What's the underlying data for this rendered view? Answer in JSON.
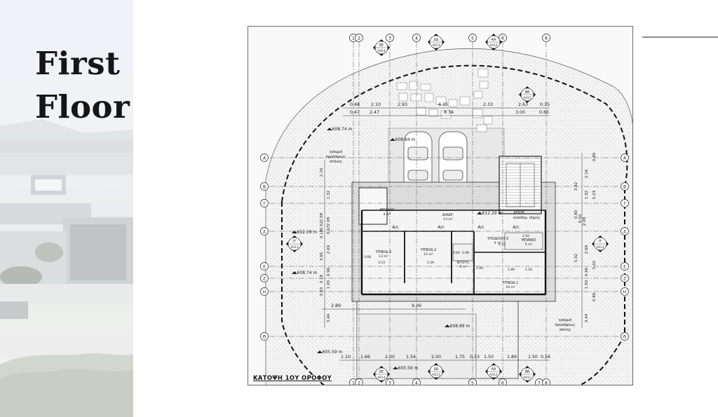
{
  "slide": {
    "title": "First\nFloor"
  },
  "plan": {
    "caption": "ΚΑΤΟΨΗ 1ΟΥ ΟΡΟΦΟΥ",
    "grid_columns_top": [
      "1",
      "2",
      "3",
      "4",
      "5",
      "6",
      "8"
    ],
    "grid_columns_bottom": [
      "1",
      "2",
      "3",
      "4",
      "5",
      "6",
      "7",
      "8"
    ],
    "grid_rows_left": [
      "A",
      "B",
      "Γ",
      "Δ",
      "Ε",
      "Ζ",
      "Η",
      "Θ"
    ],
    "grid_rows_right": [
      "A",
      "B",
      "Γ",
      "Δ",
      "Ε",
      "Ζ",
      "Η",
      "Θ"
    ],
    "section_markers": [
      {
        "code": "ΕΕ",
        "sheet": "A014"
      },
      {
        "code": "ΔΔ",
        "sheet": "A013"
      },
      {
        "code": "AA",
        "sheet": "A012"
      },
      {
        "code": "BB",
        "sheet": "A012"
      },
      {
        "code": "ΓΓ",
        "sheet": "A013"
      },
      {
        "code": "ΓΓ",
        "sheet": "A013"
      },
      {
        "code": "ΕΕ",
        "sheet": "A014"
      },
      {
        "code": "ΔΔ",
        "sheet": "A013"
      },
      {
        "code": "AA",
        "sheet": "A012"
      },
      {
        "code": "BB",
        "sheet": "A012"
      }
    ],
    "dims_top_row1": [
      "0.48",
      "2.10",
      "2.93",
      "4.35",
      "2.33",
      "2.63",
      "0.35"
    ],
    "dims_top_row2": [
      "0.47",
      "2.47",
      "8.34",
      "3.00",
      "0.65"
    ],
    "dims_bottom": [
      "1.10",
      "1.66",
      "2.00",
      "1.54",
      "2.00",
      "1.75",
      "0.53",
      "1.50",
      "1.89",
      "1.50",
      "0.56"
    ],
    "dims_middle": [
      "2.89",
      "9.26"
    ],
    "dims_left_vertical": [
      "2.16",
      "1.32",
      "2.08",
      "2.08",
      "0.52",
      "0.67",
      "0.18",
      "2.69",
      "3.65",
      "0.96",
      "0.18",
      "1.00",
      "0.93",
      "3.44"
    ],
    "dims_right_vertical": [
      "0.80",
      "2.16",
      "3.92",
      "1.32",
      "5.23",
      "0.80",
      "0.50",
      "2.08",
      "2.69",
      "5.02",
      "0.96",
      "5.02",
      "1.00",
      "0.80",
      "3.44"
    ],
    "levels": [
      "608.74 m",
      "608.84 m",
      "612.29 m",
      "612.09 m",
      "608.74 m",
      "608.89 m",
      "605.59 m",
      "605.59 m"
    ],
    "rooms": [
      {
        "name": "ΥΠΝΟΔ.3",
        "area": "13 m²"
      },
      {
        "name": "ΥΠΝΟΔ.2",
        "area": "14 m²"
      },
      {
        "name": "ΥΠΝΟΔ.1",
        "area": "16 m²"
      },
      {
        "name": "ΥΠΟΔΟΧΗ 3",
        "area": "4 m²"
      },
      {
        "name": "ΜΠΑΝΙΟ",
        "area": "5 m²"
      },
      {
        "name": "ΜΠΑΝΙΟ",
        "area": "4 m²"
      },
      {
        "name": "ΔΙΑΔΡ.",
        "area": "13 m²"
      },
      {
        "name": "ΝΤΟΥΛ.",
        "area": "6 m²"
      },
      {
        "name": "ΑΠΟΘ.",
        "area": ""
      },
      {
        "name": "οικοδομ. σήμης",
        "area": ""
      }
    ],
    "room_dims": [
      "3.53",
      "3.39",
      "1.80",
      "1.16",
      "3.68",
      "2.92",
      "0.60",
      "0.98",
      "1.00",
      "2.42"
    ],
    "ac_labels": [
      "A/c",
      "A/c",
      "A/c",
      "A/c"
    ],
    "annotations": [
      {
        "text": "γραμμή προσόψεως στάνες"
      },
      {
        "text": "γραμμή προσόψεως σπίτης"
      }
    ]
  }
}
